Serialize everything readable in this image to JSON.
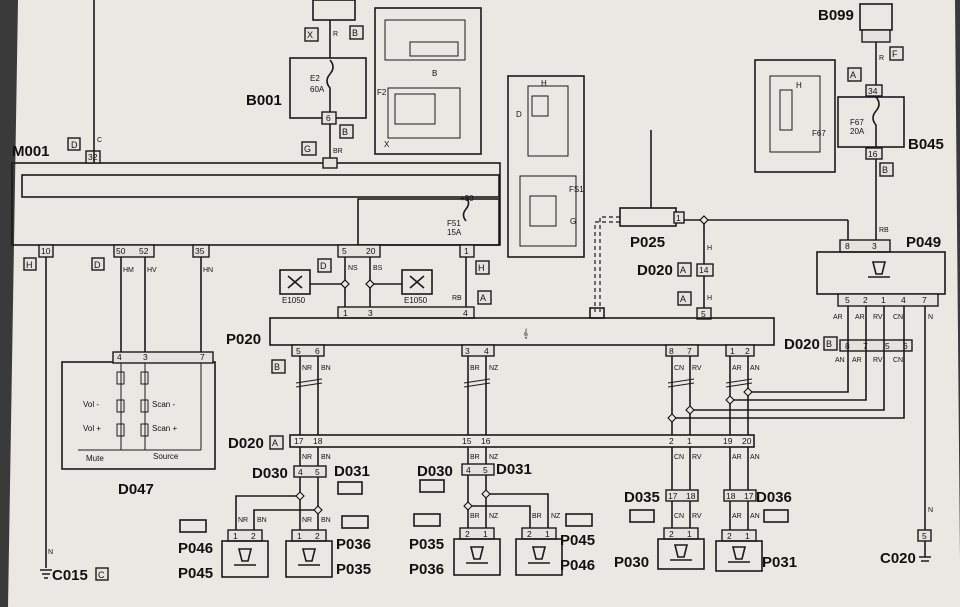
{
  "diagram": {
    "components": {
      "m001": "M001",
      "b001": "B001",
      "b099": "B099",
      "b045": "B045",
      "p049": "P049",
      "p025": "P025",
      "p020": "P020",
      "d047": "D047",
      "d020_a": "D020",
      "d020_b": "D020",
      "d020_c": "D020",
      "d030_l": "D030",
      "d031_l": "D031",
      "d030_m": "D030",
      "d031_m": "D031",
      "d035": "D035",
      "d036": "D036",
      "p046_l": "P046",
      "p045_l": "P045",
      "p036_l": "P036",
      "p035_l": "P035",
      "p035_m": "P035",
      "p036_m": "P036",
      "p045_m": "P045",
      "p046_m": "P046",
      "p030": "P030",
      "p031": "P031",
      "c015": "C015",
      "c020": "C020",
      "e1050_l": "E1050",
      "e1050_r": "E1050"
    },
    "connector_tags": {
      "x": "X",
      "b_top": "B",
      "b_b001": "B",
      "g_m001": "G",
      "d_m001": "D",
      "h_left": "H",
      "d_left": "D",
      "d_mid": "D",
      "h_mid": "H",
      "a_mid": "A",
      "a_d020": "A",
      "a_p020": "A",
      "b_p020": "B",
      "a_d020_low": "A",
      "b_d020_r": "B",
      "c_c015": "C",
      "a_b045": "A",
      "f_b099": "F",
      "b_b045": "B"
    },
    "fuses": {
      "e2": "E2",
      "e2_rating": "60A",
      "f51": "F51",
      "f51_rating": "15A",
      "f67": "F67",
      "f67_rating": "20A",
      "plus30": "+30"
    },
    "pins": {
      "m001_32": "32",
      "m001_10": "10",
      "m001_50": "50",
      "m001_52": "52",
      "m001_35": "35",
      "m001_5": "5",
      "m001_20": "20",
      "m001_1": "1",
      "p020_1": "1",
      "p020_3": "3",
      "p020_4": "4",
      "p020_b5": "5",
      "p020_b6": "6",
      "p020_b3": "3",
      "p020_b4": "4",
      "p020_b8": "8",
      "p020_b7": "7",
      "p020_b1": "1",
      "p020_b2": "2",
      "p020_r5": "5",
      "d047_4": "4",
      "d047_3": "3",
      "d047_7": "7",
      "d020_17": "17",
      "d020_18": "18",
      "d020_15": "15",
      "d020_16": "16",
      "d020_2": "2",
      "d020_1": "1",
      "d020_19": "19",
      "d020_20": "20",
      "d030_4": "4",
      "d030_5": "5",
      "d030m_4": "4",
      "d030m_5": "5",
      "d035_17": "17",
      "d035_18": "18",
      "d036_18": "18",
      "d036_17": "17",
      "p045_1": "1",
      "p045_2": "2",
      "p035_1": "1",
      "p035_2": "2",
      "p036_2": "2",
      "p036_1": "1",
      "p046_2": "2",
      "p046_1": "1",
      "p030_2": "2",
      "p030_1": "1",
      "p031_2": "2",
      "p031_1": "1",
      "p049_8": "8",
      "p049_3": "3",
      "p049_5": "5",
      "p049_2": "2",
      "p049_1": "1",
      "p049_4": "4",
      "p049_7": "7",
      "d020b_8": "8",
      "d020b_7": "7",
      "d020b_5": "5",
      "d020b_6": "6",
      "b045_34": "34",
      "b045_16": "16",
      "d020_14": "14",
      "p025_1": "1",
      "b001_6": "6",
      "c020_5": "5",
      "b001_f2": "F2",
      "b001_b": "B",
      "b001_x": "X",
      "inset_h": "H",
      "inset_d": "D",
      "inset_fs1": "FS1",
      "inset_g": "G",
      "inset_h2": "H",
      "inset_f67": "F67"
    },
    "wire_codes": {
      "r": "R",
      "br": "BR",
      "c": "C",
      "rb": "RB",
      "hm": "HM",
      "hv": "HV",
      "hn": "HN",
      "ns": "NS",
      "bs": "BS",
      "nr1": "NR",
      "bn1": "BN",
      "br2": "BR",
      "nz1": "NZ",
      "cn1": "CN",
      "rv1": "RV",
      "ar1": "AR",
      "an1": "AN",
      "h1": "H",
      "h2": "H",
      "ar2": "AR",
      "ar3": "AR",
      "rv2": "RV",
      "cn2": "CN",
      "n1": "N",
      "rb2": "RB",
      "nr2": "NR",
      "bn2": "BN",
      "br3": "BR",
      "nz2": "NZ",
      "cn3": "CN",
      "rv3": "RV",
      "ar4": "AR",
      "an2": "AN",
      "nr3": "NR",
      "bn3": "BN",
      "br4": "BR",
      "nz3": "NZ",
      "cn4": "CN",
      "rv4": "RV",
      "ar5": "AR",
      "an3": "AN",
      "nr4": "NR",
      "bn4": "BN",
      "br5": "BR",
      "nz4": "NZ",
      "cn5": "CN",
      "rv5": "RV",
      "ar6": "AR",
      "an4": "AN",
      "an5": "AN",
      "ar7": "AR",
      "rv6": "RV",
      "cn6": "CN",
      "n2": "N",
      "n3": "N",
      "r2": "R",
      "b_r": "B",
      "r3": "R",
      "d_r": "R"
    },
    "d047_controls": {
      "vol_minus": "Vol -",
      "vol_plus": "Vol +",
      "scan_minus": "Scan -",
      "scan_plus": "Scan +",
      "mute": "Mute",
      "source": "Source"
    }
  }
}
